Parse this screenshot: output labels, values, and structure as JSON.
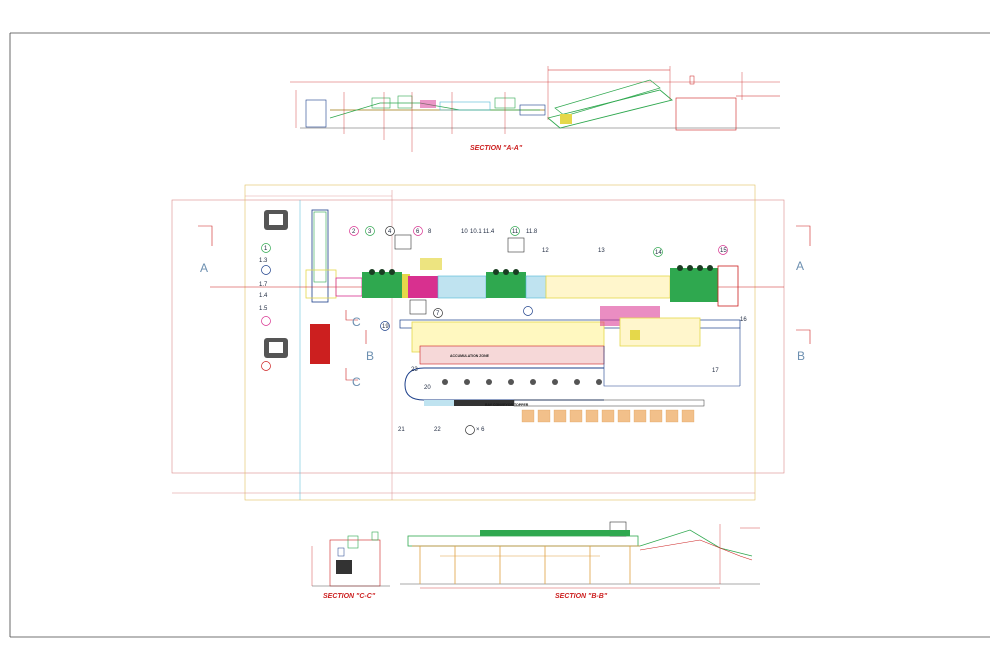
{
  "sections": {
    "aa_title": "SECTION \"A-A\"",
    "bb_title": "SECTION \"B-B\"",
    "cc_title": "SECTION \"C-C\""
  },
  "plan": {
    "callouts": [
      {
        "id": "c1",
        "text": "1"
      },
      {
        "id": "c1_3",
        "text": "1.3"
      },
      {
        "id": "c1_7",
        "text": "1.7"
      },
      {
        "id": "c1_4",
        "text": "1.4"
      },
      {
        "id": "c1_5",
        "text": "1.5"
      },
      {
        "id": "c2",
        "text": "2"
      },
      {
        "id": "c3",
        "text": "3"
      },
      {
        "id": "c4",
        "text": "4"
      },
      {
        "id": "c6",
        "text": "6"
      },
      {
        "id": "c8",
        "text": "8"
      },
      {
        "id": "c7",
        "text": "7"
      },
      {
        "id": "c10",
        "text": "10"
      },
      {
        "id": "c10_1",
        "text": "10.1"
      },
      {
        "id": "c11_4",
        "text": "11.4"
      },
      {
        "id": "c11",
        "text": "11"
      },
      {
        "id": "c11_8",
        "text": "11.8"
      },
      {
        "id": "c12",
        "text": "12"
      },
      {
        "id": "c13",
        "text": "13"
      },
      {
        "id": "c14",
        "text": "14"
      },
      {
        "id": "c15",
        "text": "15"
      },
      {
        "id": "c16",
        "text": "16"
      },
      {
        "id": "c17",
        "text": "17"
      },
      {
        "id": "c19",
        "text": "19"
      },
      {
        "id": "c20",
        "text": "20"
      },
      {
        "id": "c21",
        "text": "21"
      },
      {
        "id": "c22",
        "text": "22"
      },
      {
        "id": "c23",
        "text": "23"
      },
      {
        "id": "c6x",
        "text": "× 6"
      }
    ],
    "section_markers": {
      "a_left": "A",
      "a_right": "A",
      "b_left": "B",
      "b_right": "B",
      "c_top": "C",
      "c_bottom": "C"
    },
    "labels": {
      "accumulation": "ACCUMULATION ZONE",
      "conveyor": "BAY CONVEYOR TOPPER"
    }
  },
  "colors": {
    "red": "#cc1f1f",
    "green": "#2fa84f",
    "magenta": "#d8308f",
    "cyan": "#4fb7d6",
    "yellow": "#e5d84a",
    "blue": "#1c3f8a",
    "olive": "#b49a4a"
  }
}
